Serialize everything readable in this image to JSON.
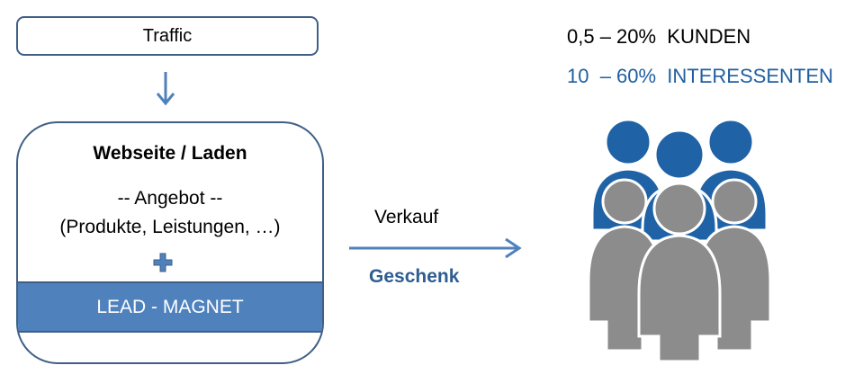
{
  "flow": {
    "traffic_label": "Traffic",
    "site_title": "Webseite / Laden",
    "offer_line": "-- Angebot --",
    "products_line": "(Produkte, Leistungen, …)",
    "lead_magnet_label": "LEAD - MAGNET",
    "sale_label": "Verkauf",
    "gift_label": "Geschenk"
  },
  "stats": {
    "customers": "0,5 – 20%  KUNDEN",
    "prospects": "10  – 60%  INTERESSENTEN"
  },
  "icons": [
    "arrow-down-icon",
    "plus-icon",
    "arrow-right-icon",
    "people-group-icon"
  ],
  "colors": {
    "border": "#3f5f86",
    "accent_blue": "#4f81bd",
    "dark_blue": "#2e5d91",
    "people_blue": "#1f63a6",
    "people_gray": "#8c8c8c"
  }
}
